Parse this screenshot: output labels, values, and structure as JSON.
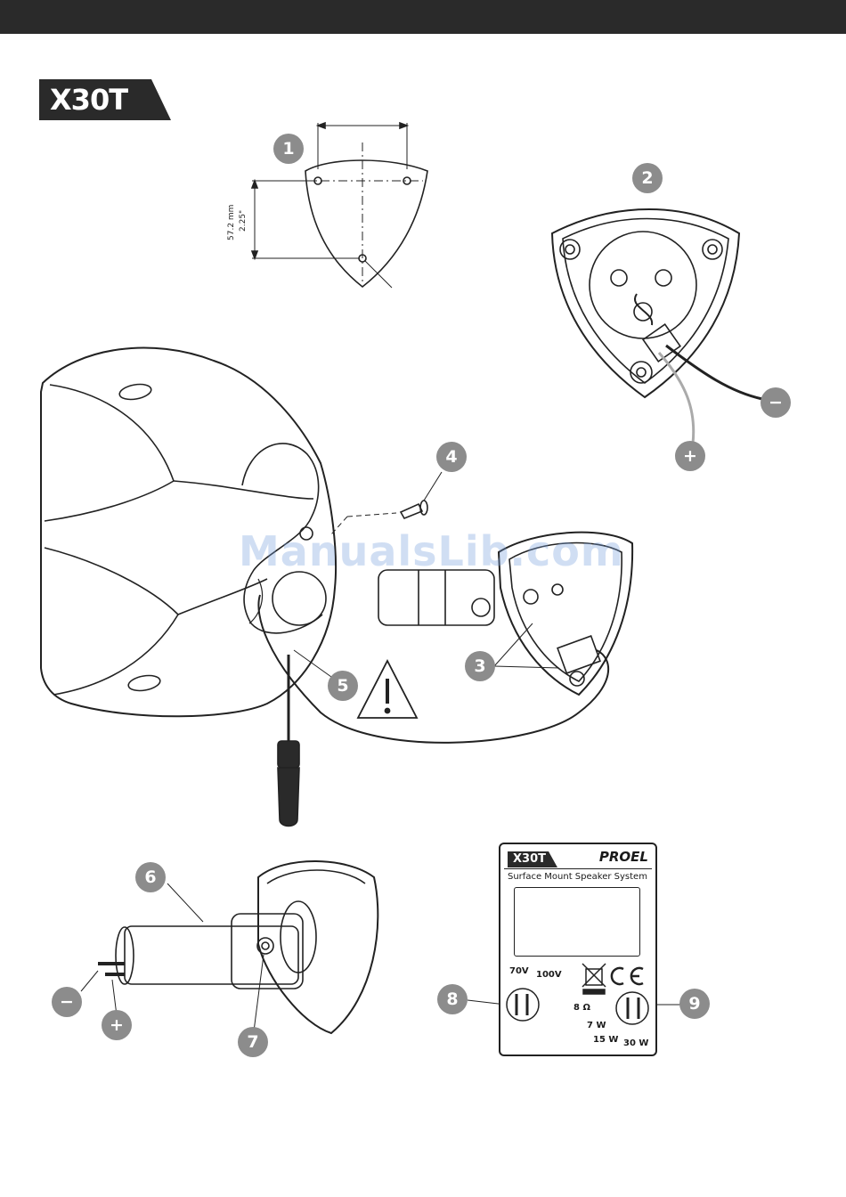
{
  "model": "X30T",
  "dimension": {
    "mm": "57.2 mm",
    "inch": "2.25\""
  },
  "callouts": [
    "1",
    "2",
    "3",
    "4",
    "5",
    "6",
    "7",
    "8",
    "9"
  ],
  "polarity": {
    "minus": "−",
    "plus": "+"
  },
  "watermark": "ManualsLib.com",
  "label": {
    "model": "X30T",
    "brand": "PROEL",
    "subtitle": "Surface Mount Speaker System",
    "voltages": [
      "70V",
      "100V"
    ],
    "powers": [
      "8 Ω",
      "7 W",
      "15 W",
      "30 W"
    ]
  },
  "icons": [
    "warning-triangle-icon",
    "weee-bin-icon",
    "ce-mark-icon",
    "screwdriver-icon"
  ]
}
